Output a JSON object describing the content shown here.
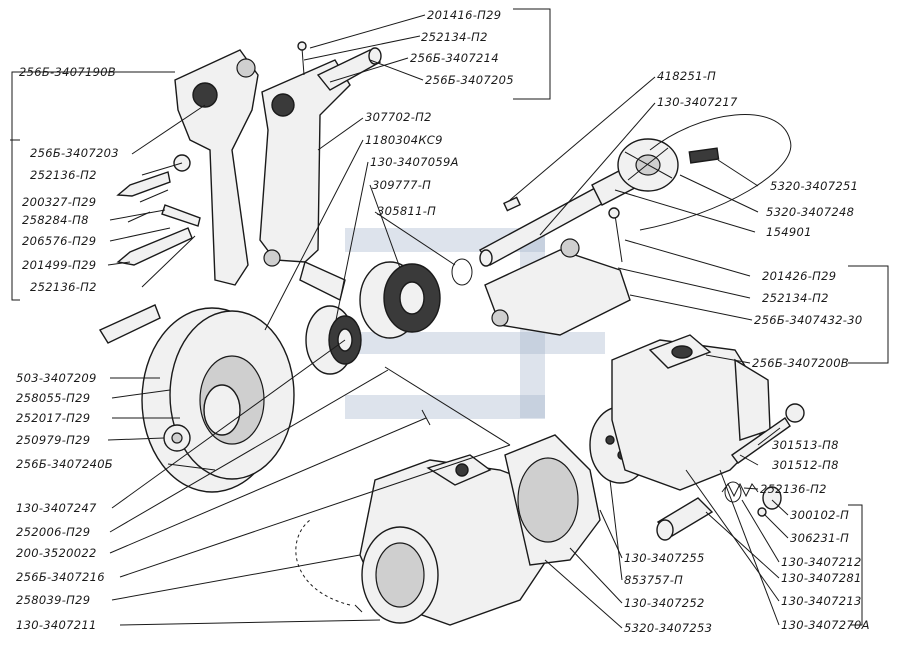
{
  "parts": {
    "p201416_p29": "201416-П29",
    "p252134_p2_top": "252134-П2",
    "p256b_3407214": "256Б-3407214",
    "p256b_3407205": "256Б-3407205",
    "p256b_3407190v": "256Б-3407190В",
    "p307702_p2": "307702-П2",
    "p1180304ks9": "1180304КС9",
    "p130_3407059a": "130-3407059А",
    "p309777_p": "309777-П",
    "p305811_p": "305811-П",
    "p418251_p": "418251-П",
    "p130_3407217": "130-3407217",
    "p256b_3407203": "256Б-3407203",
    "p252136_p2_a": "252136-П2",
    "p200327_p29": "200327-П29",
    "p258284_p8": "258284-П8",
    "p206576_p29": "206576-П29",
    "p201499_p29": "201499-П29",
    "p252136_p2_b": "252136-П2",
    "p5320_3407251": "5320-3407251",
    "p5320_3407248": "5320-3407248",
    "p154901": "154901",
    "p201426_p29": "201426-П29",
    "p252134_p2_right": "252134-П2",
    "p256b_3407432_30": "256Б-3407432-30",
    "p256b_3407200v": "256Б-3407200В",
    "p503_3407209": "503-3407209",
    "p258055_p29": "258055-П29",
    "p252017_p29": "252017-П29",
    "p250979_p29": "250979-П29",
    "p256b_3407240b": "256Б-3407240Б",
    "p301513_p8": "301513-П8",
    "p301512_p8": "301512-П8",
    "p252136_p2_c": "252136-П2",
    "p300102_p": "300102-П",
    "p306231_p": "306231-П",
    "p130_3407247": "130-3407247",
    "p252006_p29": "252006-П29",
    "p200_3520022": "200-3520022",
    "p256b_3407216": "256Б-3407216",
    "p258039_p29": "258039-П29",
    "p130_3407211": "130-3407211",
    "p130_3407255": "130-3407255",
    "p853757_p": "853757-П",
    "p130_3407252": "130-3407252",
    "p5320_3407253": "5320-3407253",
    "p130_3407212": "130-3407212",
    "p130_3407281": "130-3407281",
    "p130_3407213": "130-3407213",
    "p130_3407270a": "130-3407270А"
  },
  "colors": {
    "ink": "#1a1a1a",
    "paper": "#ffffff",
    "watermark": "#9fb0c8"
  }
}
